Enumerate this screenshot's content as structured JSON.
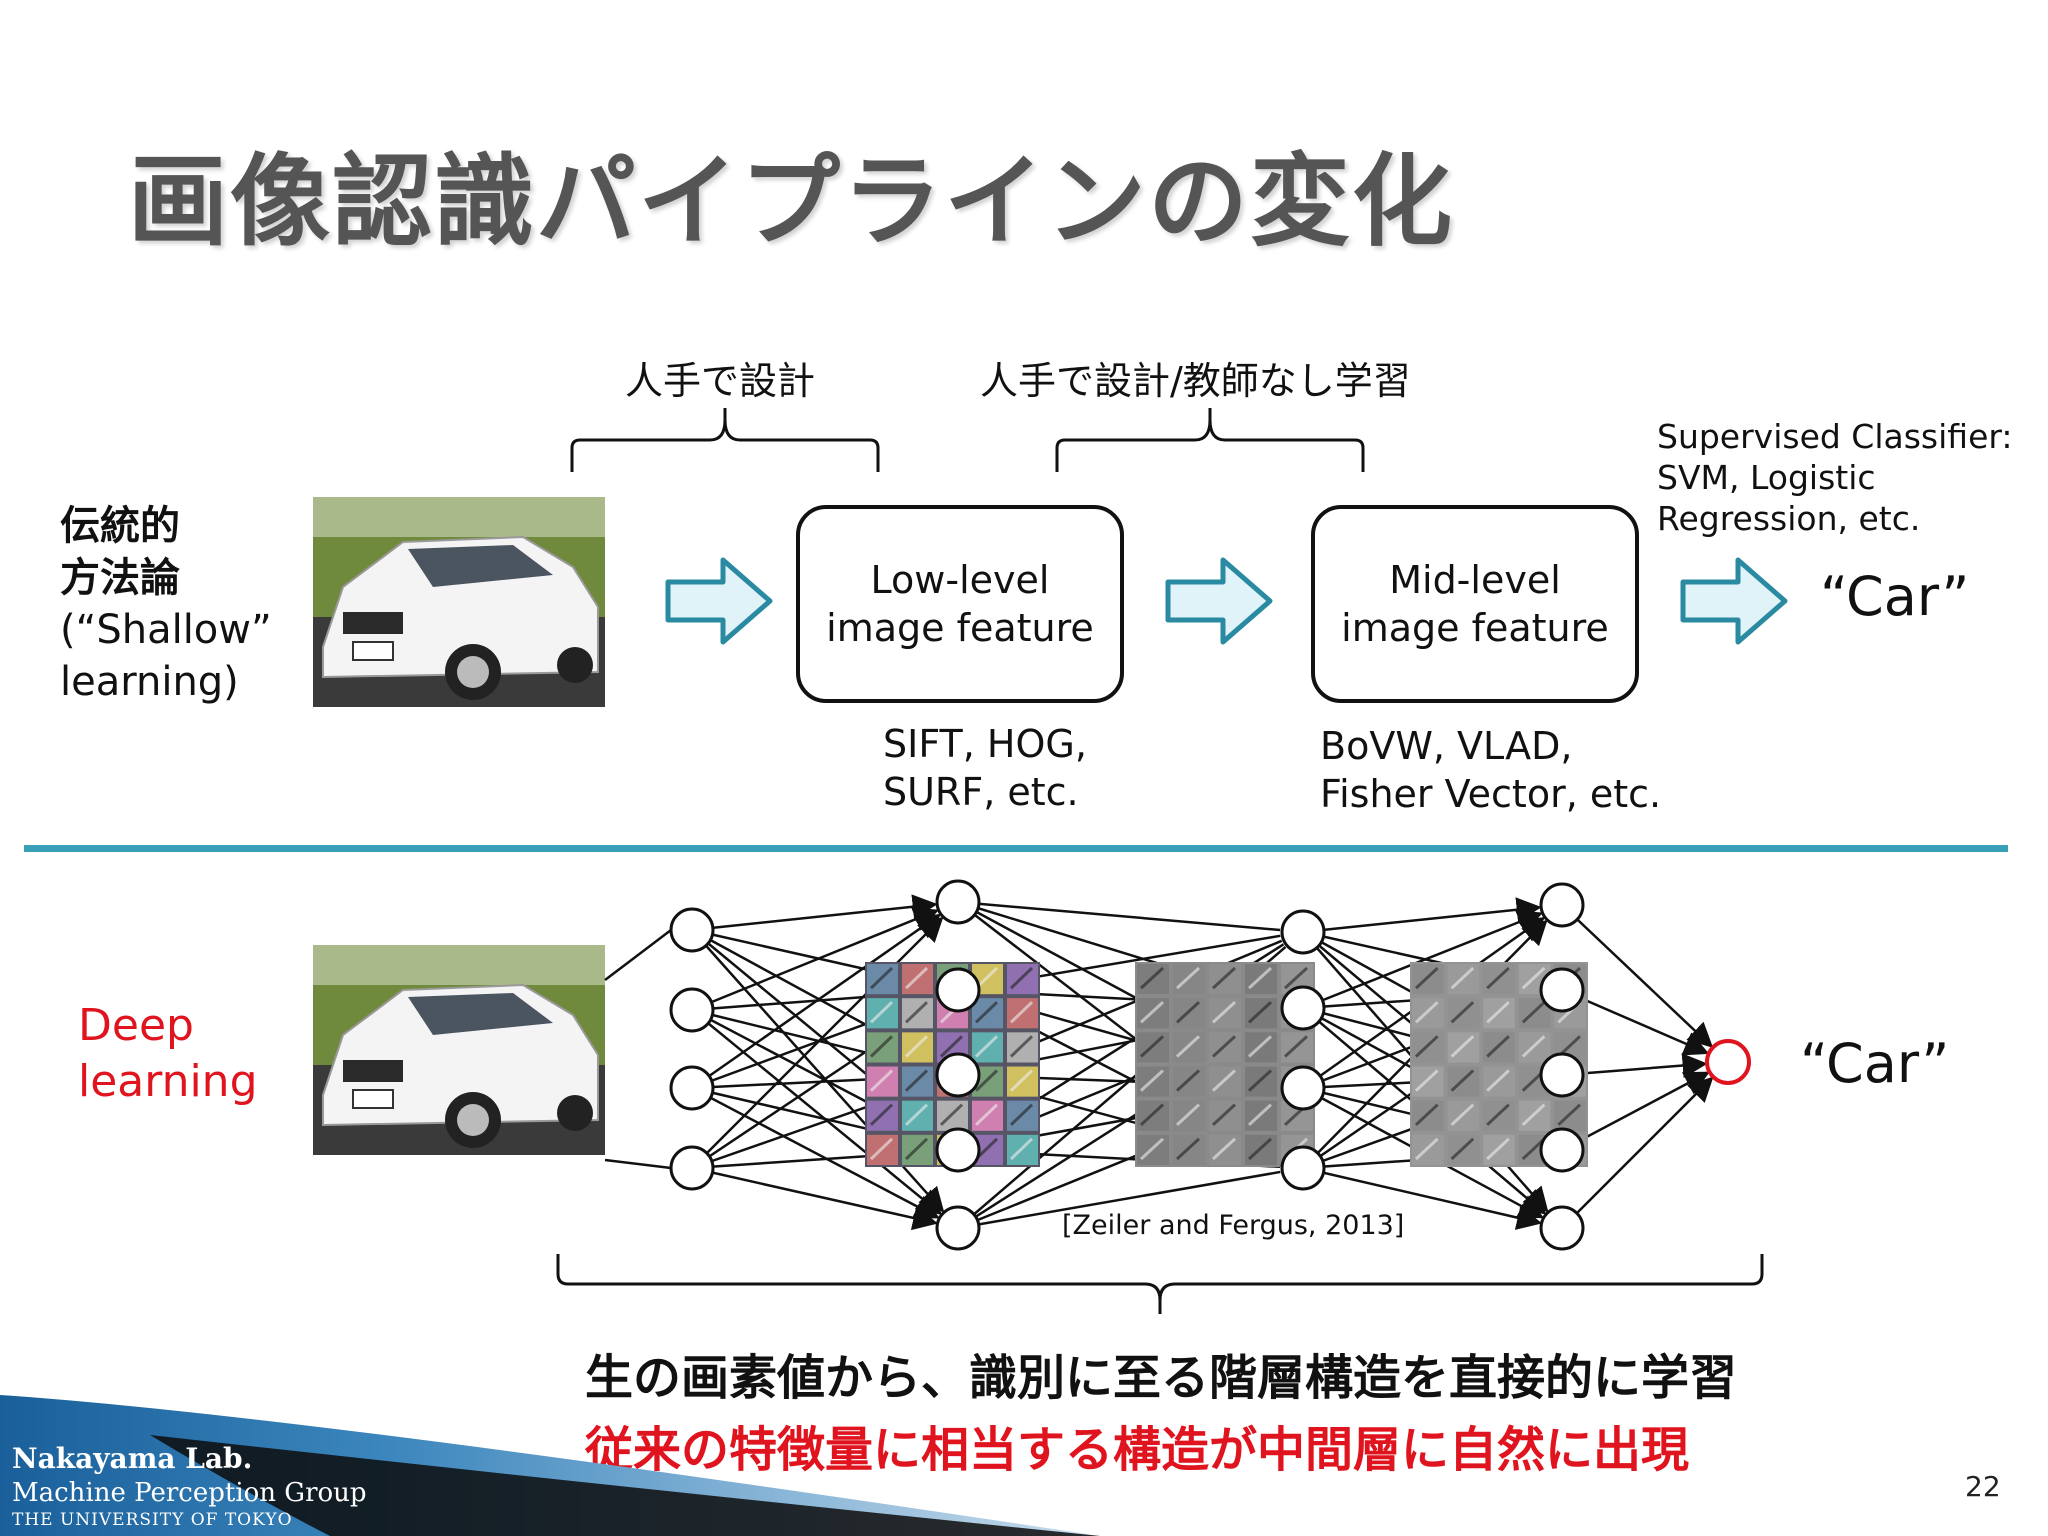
{
  "slide": {
    "title": "画像認識パイプラインの変化",
    "page_number": "22"
  },
  "shallow": {
    "label_line1": "伝統的",
    "label_line2": "方法論",
    "label_line3": "(“Shallow”",
    "label_line4": "learning)",
    "bracket1_label": "人手で設計",
    "bracket2_label": "人手で設計/教師なし学習",
    "box1_line1": "Low-level",
    "box1_line2": "image feature",
    "box2_line1": "Mid-level",
    "box2_line2": "image feature",
    "box1_notes_line1": "SIFT, HOG,",
    "box1_notes_line2": "SURF, etc.",
    "box2_notes_line1": "BoVW, VLAD,",
    "box2_notes_line2": "Fisher Vector, etc.",
    "classifier_line1": "Supervised Classifier:",
    "classifier_line2": "SVM, Logistic",
    "classifier_line3": "Regression, etc.",
    "output": "“Car”"
  },
  "deep": {
    "label_line1": "Deep",
    "label_line2": "learning",
    "output": "“Car”",
    "citation": "[Zeiler and Fergus, 2013]",
    "message1": "生の画素値から、識別に至る階層構造を直接的に学習",
    "message2": "従来の特徴量に相当する構造が中間層に自然に出現"
  },
  "footer": {
    "lab_name": "Nakayama Lab.",
    "group": "Machine Perception Group",
    "university": "THE UNIVERSITY OF TOKYO"
  },
  "colors": {
    "accent": "#3aa0b8",
    "highlight": "#e0141e",
    "arrow_fill": "#dff3f8",
    "arrow_stroke": "#2a8aa2",
    "footer_blue": "#1a5f9a"
  }
}
